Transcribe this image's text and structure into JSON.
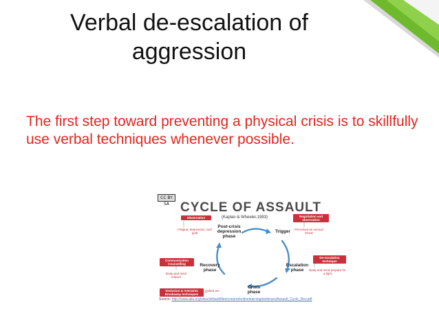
{
  "slide": {
    "title": "Verbal de-escalation of aggression",
    "body": "The first step toward preventing a physical crisis is to skillfully use verbal techniques whenever possible."
  },
  "colors": {
    "body_text": "#e0261c",
    "accent_green": "#6fb92c",
    "diagram_red": "#c8313b",
    "arrow_blue": "#4a8ec9"
  },
  "diagram": {
    "license_badge": "CC BY SA",
    "title": "CYCLE OF ASSAULT",
    "subtitle": "(Kaplan & Wheeler,1983)",
    "boxes": {
      "observation": "Observation",
      "negotiation": "Negotiation and observation",
      "communication": "Communication Counselling",
      "de_escalation": "De-escalation technique",
      "seclusion": "Seclusion & restraints Breakaway techniques"
    },
    "notes": {
      "fatigue": "Fatigue, depression, and guilt",
      "perceived": "Perceived as serious threat",
      "body_relaxes": "Body and mind relaxes",
      "body_prepare": "Body and mind prepare for a fight",
      "violent": "Violent act"
    },
    "phases": {
      "post_crisis": "Post-crisis depression phase",
      "trigger": "Trigger",
      "recovery": "Recovery phase",
      "escalation": "Escalation phase",
      "crisis": "Crisis phase"
    },
    "source_label": "Source:",
    "source_url": "http://www.aku.org/sites/default/files/content/onlinelearning/webinars/Assault_Cycle_Rev.pdf"
  }
}
